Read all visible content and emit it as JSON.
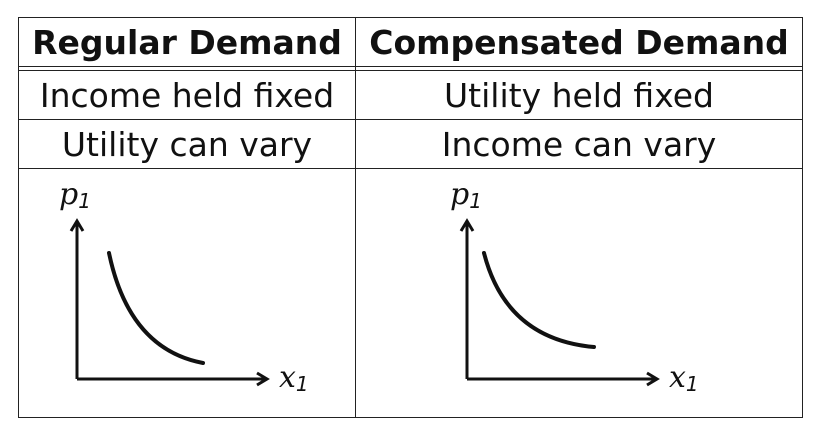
{
  "columns": {
    "left": {
      "header": "Regular Demand",
      "row1": "Income held fixed",
      "row2": "Utility can vary",
      "graph": {
        "y_label": "p",
        "y_sub": "1",
        "x_label": "x",
        "x_sub": "1",
        "curve": "steep"
      }
    },
    "right": {
      "header": "Compensated Demand",
      "row1": "Utility held fixed",
      "row2": "Income can vary",
      "graph": {
        "y_label": "p",
        "y_sub": "1",
        "x_label": "x",
        "x_sub": "1",
        "curve": "flatter"
      }
    }
  }
}
